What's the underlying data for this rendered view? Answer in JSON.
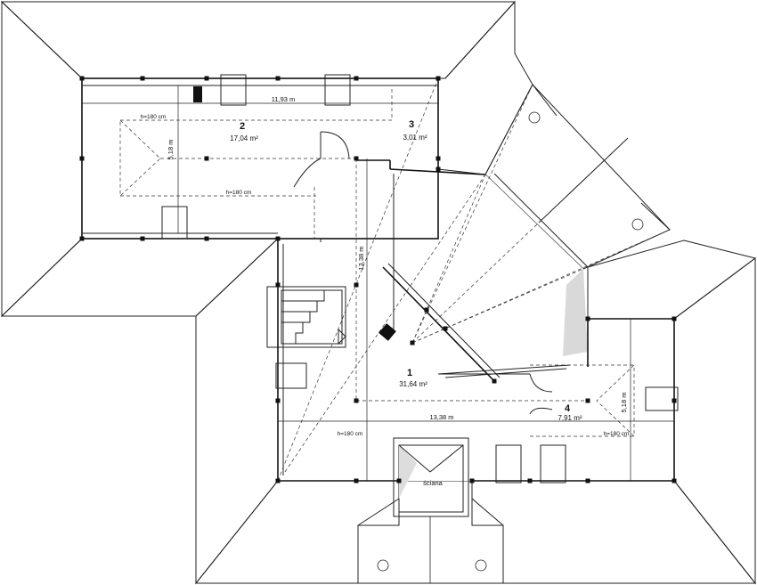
{
  "rooms": [
    {
      "number": "1",
      "area": "31,64 m²"
    },
    {
      "number": "2",
      "area": "17,04 m²"
    },
    {
      "number": "3",
      "area": "3,01 m²"
    },
    {
      "number": "4",
      "area": "7,91 m²"
    }
  ],
  "dimensions": {
    "top_length": "11,93 m",
    "top_width": "5,18 m",
    "center_depth": "13,38 m",
    "bottom_length": "13,38 m",
    "right_width": "5,18 m"
  },
  "heights": {
    "top_1": "h=180 cm",
    "top_2": "h=180 cm",
    "bottom_1": "h=180 cm",
    "bottom_2": "h=180 cm"
  },
  "labels": {
    "wall": "ściana"
  },
  "colors": {
    "line": "#222222",
    "background": "#ffffff",
    "shade": "#d9d9d9"
  }
}
